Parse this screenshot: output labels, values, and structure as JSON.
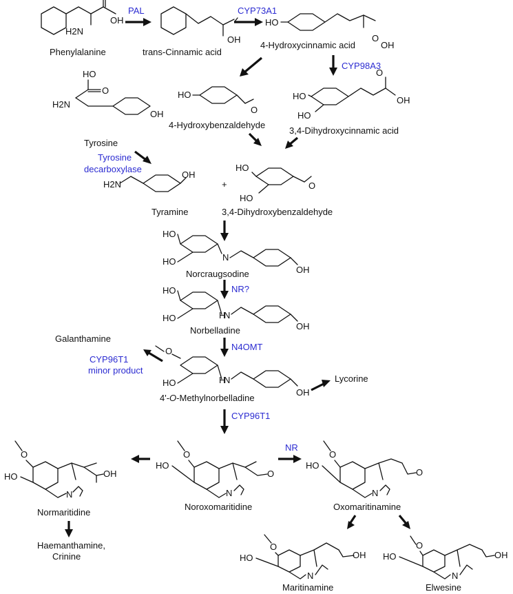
{
  "compounds": {
    "phenylalanine": "Phenylalanine",
    "trans_cinnamic": "trans-Cinnamic acid",
    "hydroxycinnamic": "4-Hydroxycinnamic acid",
    "tyrosine": "Tyrosine",
    "hydroxybenzaldehyde": "4-Hydroxybenzaldehyde",
    "dihydroxycinnamic": "3,4-Dihydroxycinnamic acid",
    "tyramine": "Tyramine",
    "dihydroxybenzaldehyde": "3,4-Dihydroxybenzaldehyde",
    "norcraugsodine": "Norcraugsodine",
    "norbelladine": "Norbelladine",
    "galanthamine": "Galanthamine",
    "methylnorbelladine_pre": "4'-",
    "methylnorbelladine_o": "O",
    "methylnorbelladine_post": "-Methylnorbelladine",
    "lycorine": "Lycorine",
    "normaritidine": "Normaritidine",
    "noroxomaritidine": "Noroxomaritidine",
    "oxomaritinamine": "Oxomaritinamine",
    "haemanthamine_1": "Haemanthamine,",
    "haemanthamine_2": "Crinine",
    "maritinamine": "Maritinamine",
    "elwesine": "Elwesine"
  },
  "enzymes": {
    "pal": "PAL",
    "cyp73a1": "CYP73A1",
    "cyp98a3": "CYP98A3",
    "tyr_decarb_1": "Tyrosine",
    "tyr_decarb_2": "decarboxylase",
    "nr_q": "NR?",
    "n4omt": "N4OMT",
    "cyp96t1_minor_1": "CYP96T1",
    "cyp96t1_minor_2": "minor product",
    "cyp96t1": "CYP96T1",
    "nr": "NR"
  },
  "symbols": {
    "plus": "+",
    "oh": "OH",
    "ho": "HO",
    "o": "O",
    "n": "N",
    "h": "H",
    "h2n": "H2N",
    "nh2": "H2N"
  },
  "colors": {
    "enzyme": "#2b2bd1",
    "structure": "#111111"
  }
}
